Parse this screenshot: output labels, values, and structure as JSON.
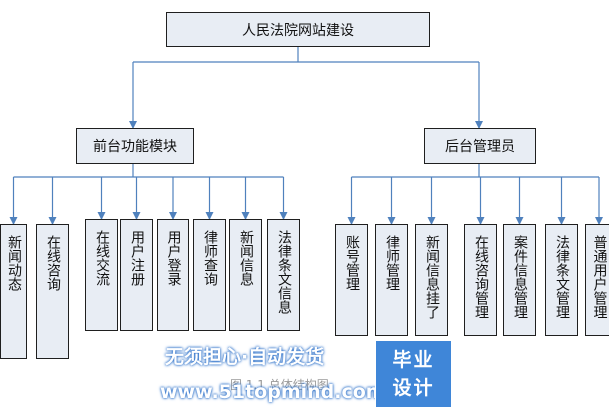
{
  "diagram": {
    "root": "人民法院网站建设",
    "groups": [
      {
        "label": "前台功能模块",
        "children": [
          "新闻动态",
          "在线咨询",
          "在线交流",
          "用户注册",
          "用户登录",
          "律师查询",
          "新闻信息",
          "法律条文信息"
        ]
      },
      {
        "label": "后台管理员",
        "children": [
          "账号管理",
          "律师管理",
          "新闻信息挂了",
          "在线咨询管理",
          "案件信息管理",
          "法律条文管理",
          "普通用户管理"
        ]
      }
    ]
  },
  "caption": "图 1.1   总体结构图",
  "watermark": {
    "line1": "无须担心·自动发货",
    "line2": "www.51topmind.com",
    "badge_line1": "毕业",
    "badge_line2": "设计"
  },
  "colors": {
    "connector": "#4f81bd",
    "box_fill": "#e8edf4",
    "box_border": "#1f1f1f",
    "watermark": "#3f86d8"
  }
}
